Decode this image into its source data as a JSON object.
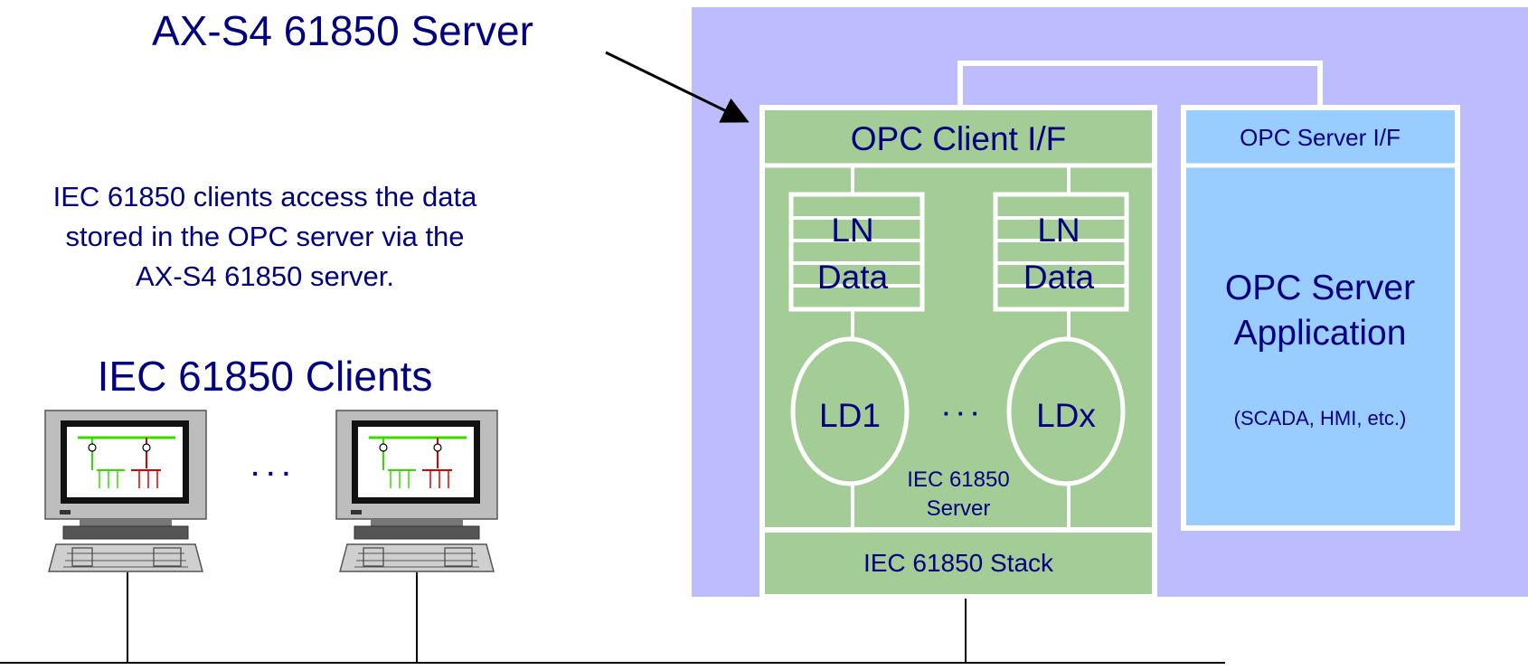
{
  "server_title": "AX-S4 61850 Server",
  "description": {
    "line1": "IEC 61850 clients access the data",
    "line2": "stored in the OPC server via the",
    "line3": "AX-S4 61850 server."
  },
  "clients_title": "IEC 61850 Clients",
  "ellipsis": "· · ·",
  "opc_client_if": "OPC Client I/F",
  "opc_server_if": "OPC Server I/F",
  "ln_box_1": {
    "line1": "LN",
    "line2": "Data"
  },
  "ln_box_2": {
    "line1": "LN",
    "line2": "Data"
  },
  "ld1_label": "LD1",
  "ldx_label": "LDx",
  "iec_server": {
    "line1": "IEC 61850",
    "line2": "Server"
  },
  "iec_stack": "IEC 61850 Stack",
  "opc_server_app": {
    "line1": "OPC Server",
    "line2": "Application",
    "sub": "(SCADA, HMI, etc.)"
  },
  "colors": {
    "text_navy": "#000080",
    "server_bg": "#bcbcff",
    "green_block": "#a3cc96",
    "blue_block": "#99ccff",
    "monitor_gray": "#bdbdbd"
  }
}
